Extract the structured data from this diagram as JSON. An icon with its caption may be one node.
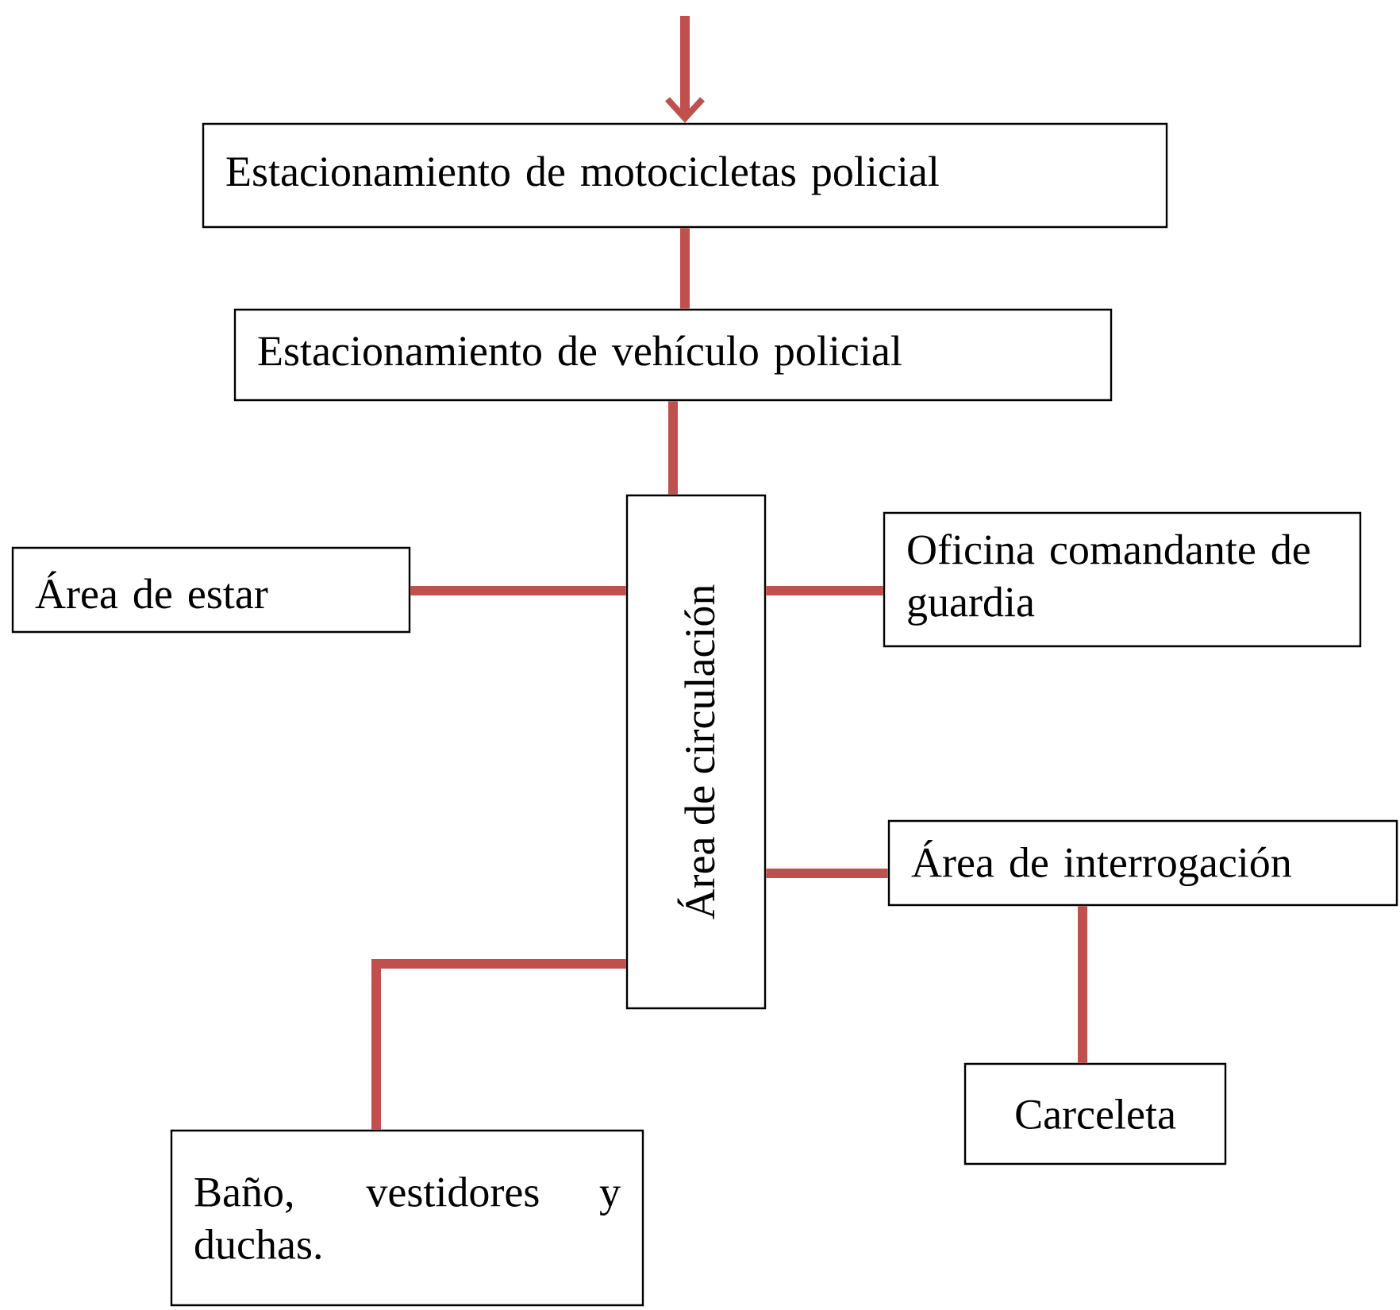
{
  "diagram": {
    "nodes": [
      {
        "text": [
          "Estacionamiento de motocicletas policial"
        ]
      },
      {
        "text": [
          "Estacionamiento de vehículo policial"
        ]
      },
      {
        "text": [
          "Área de circulación"
        ]
      },
      {
        "text": [
          "Área de estar"
        ]
      },
      {
        "text": [
          "Oficina comandante de guardia"
        ]
      },
      {
        "text": [
          "Área de interrogación"
        ]
      },
      {
        "text": [
          "Carceleta"
        ]
      },
      {
        "text": [
          "Baño, vestidores y duchas."
        ]
      }
    ],
    "edges": [
      {
        "from": null,
        "to": 0,
        "arrow": "to"
      },
      {
        "from": 0,
        "to": 1,
        "arrow": "none"
      },
      {
        "from": 1,
        "to": 2,
        "arrow": "none"
      },
      {
        "from": 2,
        "to": 3,
        "arrow": "none"
      },
      {
        "from": 2,
        "to": 4,
        "arrow": "none"
      },
      {
        "from": 2,
        "to": 5,
        "arrow": "none"
      },
      {
        "from": 5,
        "to": 6,
        "arrow": "none"
      },
      {
        "from": 2,
        "to": 7,
        "arrow": "none"
      }
    ]
  }
}
